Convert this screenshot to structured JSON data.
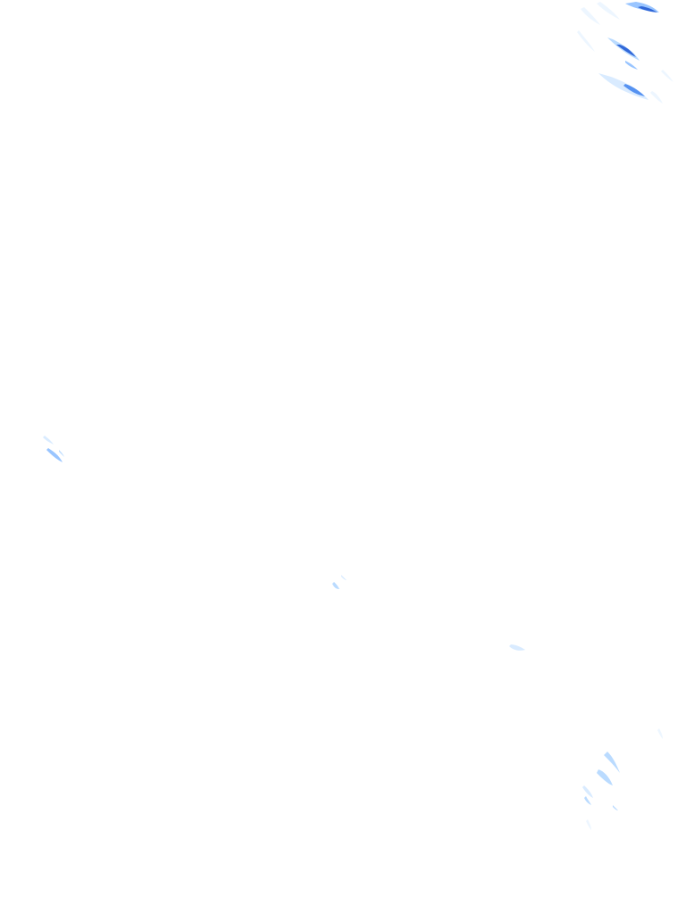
{
  "map": {
    "background_color": "#ffffff",
    "intensity_palette": [
      "#e8f4ff",
      "#cfe6ff",
      "#a9d2ff",
      "#7fb7ff",
      "#4f8df0",
      "#2a62d6"
    ],
    "cells": [
      {
        "name": "radar-cell-top-right-upper",
        "intensity": 5
      },
      {
        "name": "radar-cell-top-right-middle",
        "intensity": 5
      },
      {
        "name": "radar-cell-top-right-lower",
        "intensity": 4
      },
      {
        "name": "radar-cell-left-middle",
        "intensity": 4
      },
      {
        "name": "radar-cell-center",
        "intensity": 2
      },
      {
        "name": "radar-cell-lower-right-speck",
        "intensity": 1
      },
      {
        "name": "radar-cell-bottom-right",
        "intensity": 2
      }
    ]
  }
}
